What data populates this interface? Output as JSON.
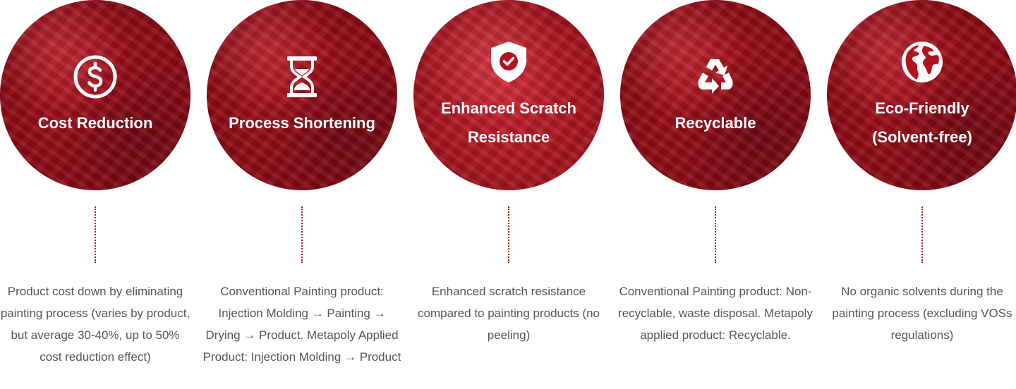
{
  "features": [
    {
      "icon": "dollar-circle-icon",
      "title": "Cost Reduction",
      "description": "Product cost down by eliminating painting process (varies by product, but average 30-40%, up to 50% cost reduction effect)"
    },
    {
      "icon": "hourglass-icon",
      "title": "Process Shortening",
      "description": "Conventional Painting product: Injection Molding → Painting → Drying → Product. Metapoly Applied Product: Injection Molding → Product"
    },
    {
      "icon": "shield-check-icon",
      "title": "Enhanced Scratch\nResistance",
      "description": "Enhanced scratch resistance compared to painting products (no peeling)"
    },
    {
      "icon": "recycle-icon",
      "title": "Recyclable",
      "description": "Conventional Painting product: Non-recyclable, waste disposal. Metapoly applied product: Recyclable."
    },
    {
      "icon": "globe-icon",
      "title": "Eco-Friendly\n(Solvent-free)",
      "description": "No organic solvents during the painting process (excluding VOSs regulations)"
    }
  ],
  "colors": {
    "circle_red": "#a8141f",
    "connector": "#a51a24",
    "text_gray": "#555555",
    "title_white": "#ffffff"
  }
}
